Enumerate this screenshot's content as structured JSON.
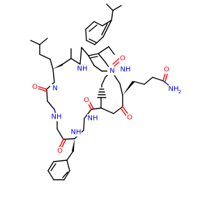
{
  "colors": {
    "nitrogen": "#0000ff",
    "oxygen": "#ff0000",
    "carbon": "#000000",
    "background": "#ffffff"
  },
  "atom_labels": {
    "nh_1": "NH",
    "n_2": "N",
    "n_3": "N",
    "nh_4": "NH",
    "nh_5": "NH",
    "nh_6": "NH",
    "nh_7": "NH",
    "nh2": "NH",
    "nh2_sub": "2",
    "o_1": "O",
    "o_2": "O",
    "o_3": "O",
    "o_4": "O",
    "o_5": "O",
    "o_6": "O"
  }
}
